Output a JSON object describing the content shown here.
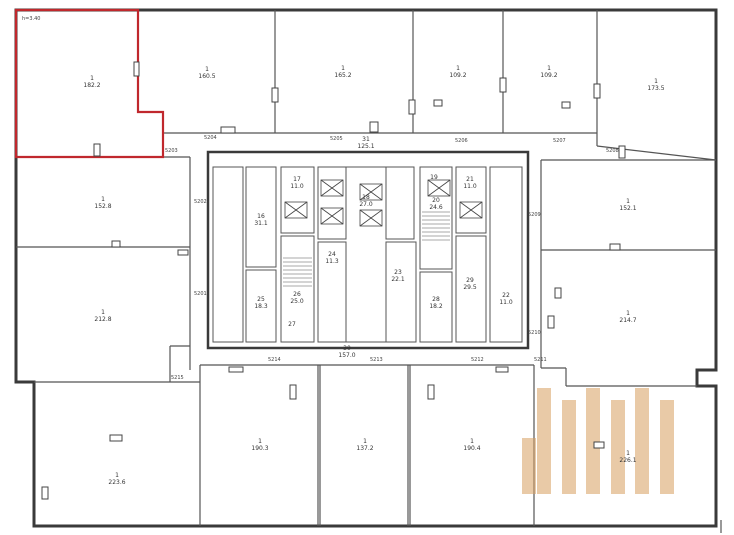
{
  "colors": {
    "highlight": "#c0282d",
    "watermark": "#d8a060",
    "wall": "#3a3a3a"
  },
  "height_label": "h=3.40",
  "rooms": [
    {
      "id": "r1",
      "num": "1",
      "area": "182.2"
    },
    {
      "id": "r2",
      "num": "1",
      "area": "160.5"
    },
    {
      "id": "r3",
      "num": "1",
      "area": "165.2"
    },
    {
      "id": "r4",
      "num": "1",
      "area": "109.2"
    },
    {
      "id": "r5",
      "num": "1",
      "area": "109.2"
    },
    {
      "id": "r6",
      "num": "1",
      "area": "173.5"
    },
    {
      "id": "r7",
      "num": "1",
      "area": "152.8"
    },
    {
      "id": "r8",
      "num": "1",
      "area": "152.1"
    },
    {
      "id": "r9",
      "num": "1",
      "area": "212.8"
    },
    {
      "id": "r10",
      "num": "1",
      "area": "214.7"
    },
    {
      "id": "r11",
      "num": "1",
      "area": "223.6"
    },
    {
      "id": "r12",
      "num": "1",
      "area": "190.3"
    },
    {
      "id": "r13",
      "num": "1",
      "area": "137.2"
    },
    {
      "id": "r14",
      "num": "1",
      "area": "190.4"
    },
    {
      "id": "r15",
      "num": "1",
      "area": "226.1"
    }
  ],
  "core_rooms": [
    {
      "id": "c31",
      "num": "31",
      "area": "125.1"
    },
    {
      "id": "c16",
      "num": "16",
      "area": "31.1"
    },
    {
      "id": "c17",
      "num": "17",
      "area": "11.0"
    },
    {
      "id": "c18",
      "num": "18",
      "area": "27.0"
    },
    {
      "id": "c19",
      "num": "19",
      "area": ""
    },
    {
      "id": "c20",
      "num": "20",
      "area": "24.6"
    },
    {
      "id": "c21",
      "num": "21",
      "area": "11.0"
    },
    {
      "id": "c24",
      "num": "24",
      "area": "11.3"
    },
    {
      "id": "c23",
      "num": "23",
      "area": "22.1"
    },
    {
      "id": "c25",
      "num": "25",
      "area": "18.3"
    },
    {
      "id": "c26",
      "num": "26",
      "area": "25.0"
    },
    {
      "id": "c27",
      "num": "27",
      "area": ""
    },
    {
      "id": "c28",
      "num": "28",
      "area": "18.2"
    },
    {
      "id": "c29",
      "num": "29",
      "area": "29.5"
    },
    {
      "id": "c22",
      "num": "22",
      "area": "11.0"
    },
    {
      "id": "c30",
      "num": "30",
      "area": "157.0"
    }
  ],
  "door_codes": [
    "5205",
    "5206",
    "5204",
    "5207",
    "5203",
    "5208",
    "5202",
    "5209",
    "5201",
    "5210",
    "5214",
    "5213",
    "5212",
    "5211",
    "5215"
  ]
}
